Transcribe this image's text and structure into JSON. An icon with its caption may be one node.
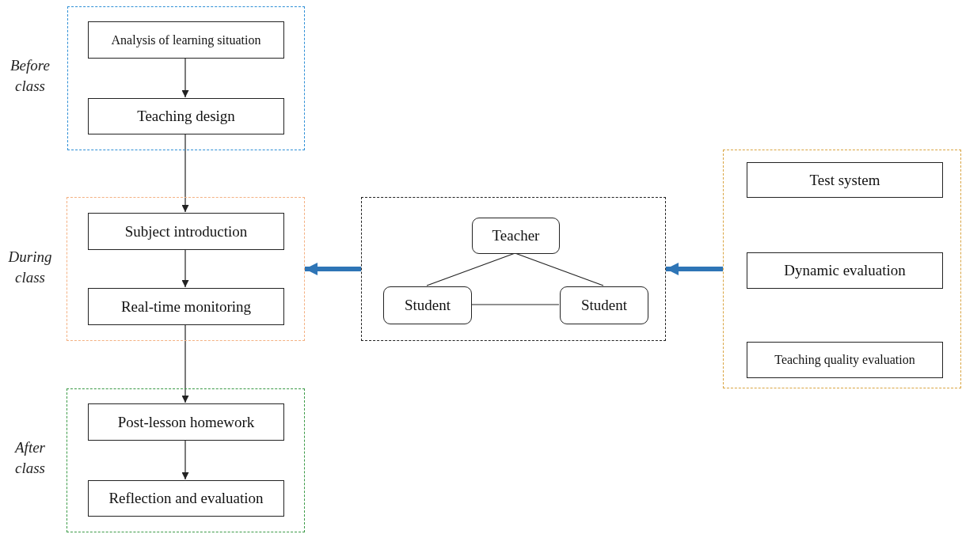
{
  "diagram": {
    "nodes": [
      {
        "text": [],
        "shape": "box",
        "beside": [
          "Before class"
        ]
      },
      {
        "text": [
          "Analysis of learning situation"
        ],
        "in": 0
      },
      {
        "text": [
          "Teaching design"
        ],
        "in": 0
      },
      {
        "text": [],
        "shape": "box",
        "beside": [
          "During class"
        ]
      },
      {
        "text": [
          "Subject introduction"
        ],
        "in": 3
      },
      {
        "text": [
          "Real-time monitoring"
        ],
        "in": 3
      },
      {
        "text": [],
        "shape": "box",
        "beside": [
          "After class"
        ]
      },
      {
        "text": [
          "Post-lesson homework"
        ],
        "in": 6
      },
      {
        "text": [
          "Reflection and evaluation"
        ],
        "in": 6
      },
      {
        "text": [],
        "shape": "box"
      },
      {
        "text": [
          "Teacher"
        ],
        "in": 9
      },
      {
        "text": [
          "Student"
        ],
        "in": 9
      },
      {
        "text": [
          "Student"
        ],
        "in": 9
      },
      {
        "text": [],
        "shape": "box"
      },
      {
        "text": [
          "Test system"
        ],
        "in": 13
      },
      {
        "text": [
          "Dynamic evaluation"
        ],
        "in": 13
      },
      {
        "text": [
          "Teaching quality evaluation"
        ],
        "in": 13
      }
    ],
    "edges": [
      {
        "from": 1,
        "to": 2,
        "arrow": "to"
      },
      {
        "from": 2,
        "to": 4,
        "arrow": "to"
      },
      {
        "from": 4,
        "to": 5,
        "arrow": "to"
      },
      {
        "from": 5,
        "to": 7,
        "arrow": "to"
      },
      {
        "from": 7,
        "to": 8,
        "arrow": "to"
      },
      {
        "from": 10,
        "to": 11,
        "arrow": "none"
      },
      {
        "from": 10,
        "to": 12,
        "arrow": "none"
      },
      {
        "from": 11,
        "to": 12,
        "arrow": "none"
      },
      {
        "from": 13,
        "to": 9,
        "arrow": "to",
        "style": "thick",
        "color": "#2e75b6"
      },
      {
        "from": 9,
        "to": 3,
        "arrow": "to",
        "style": "thick",
        "color": "#2e75b6"
      }
    ]
  }
}
